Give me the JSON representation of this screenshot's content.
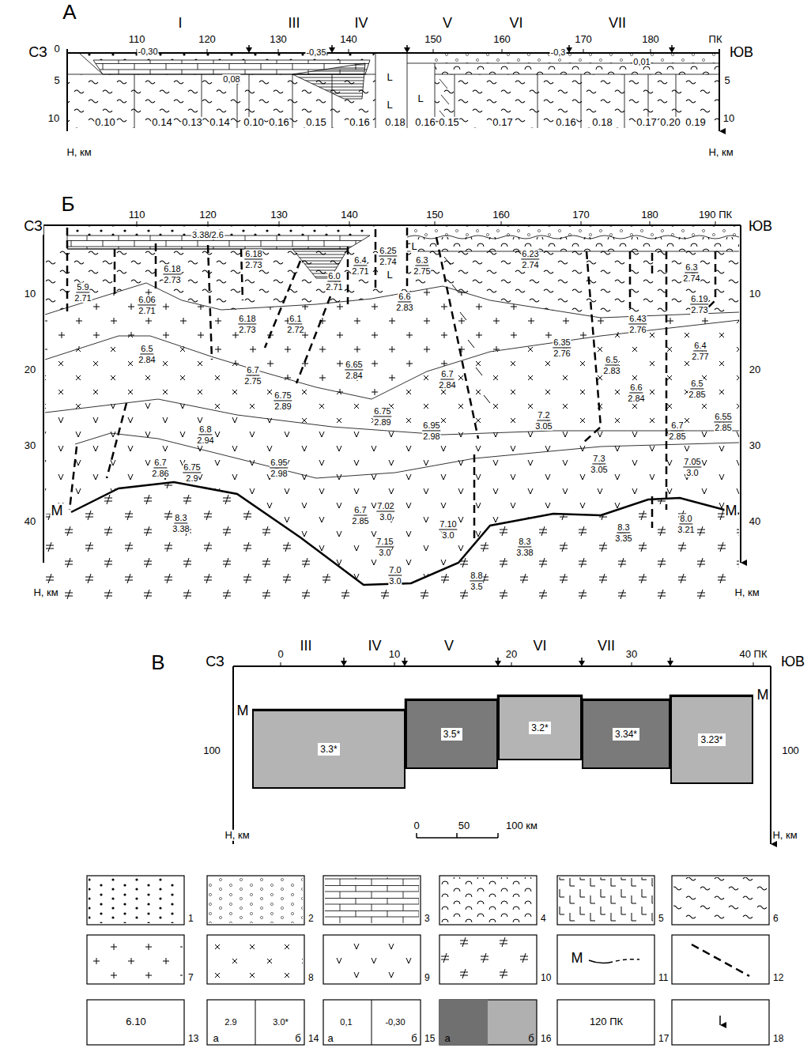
{
  "diagram": {
    "nodes": [
      {
        "text": [
          "3.3*"
        ]
      },
      {
        "text": [
          "3.5*"
        ]
      },
      {
        "text": [
          "3.2*"
        ]
      },
      {
        "text": [
          "3.34*"
        ]
      },
      {
        "text": [
          "3.23*"
        ]
      }
    ],
    "labels": [
      "А",
      "I",
      "III",
      "IV",
      "V",
      "VI",
      "VII",
      "110",
      "120",
      "130",
      "140",
      "150",
      "160",
      "170",
      "180",
      "ПК",
      "СЗ",
      "ЮВ",
      "0",
      "5",
      "10",
      "5",
      "10",
      "-0,30",
      "-0,35",
      "-0,3",
      "0,01",
      "0,08",
      "L",
      "L",
      "L",
      "0.10",
      "0.14",
      "0.13",
      "0.14",
      "0.10",
      "0.16",
      "0.15",
      "0.16",
      "0.18",
      "0.16",
      "0.15",
      "0.17",
      "0.16",
      "0.18",
      "0.17",
      "0.20",
      "0.19",
      "Н, км",
      "Н, км",
      "Б",
      "СЗ",
      "ЮВ",
      "110",
      "120",
      "130",
      "140",
      "150",
      "160",
      "170",
      "180",
      "190 ПК",
      "10",
      "20",
      "30",
      "40",
      "10",
      "20",
      "30",
      "40",
      "3.38/2.6",
      "L",
      "L",
      "5.9",
      "2.71",
      "6.18",
      "2.73",
      "6.06",
      "2.71",
      "6.18",
      "2.73",
      "6.18",
      "2.73",
      "6.1",
      "2.72",
      "6.0",
      "2.71",
      "6.4",
      "2.71",
      "6.25",
      "2.74",
      "6.3",
      "2.75",
      "6.6",
      "2.83",
      "6.23",
      "2.74",
      "6.3",
      "2.74",
      "6.19",
      "2.73",
      "6.43",
      "2.76",
      "6.5",
      "2.84",
      "6.35",
      "2.76",
      "6.4",
      "2.77",
      "6.5",
      "2.83",
      "6.7",
      "2.75",
      "6.75",
      "2.89",
      "6.65",
      "2.84",
      "6.7",
      "2.84",
      "6.6",
      "2.84",
      "6.5",
      "2.85",
      "6.75",
      "2.89",
      "6.95",
      "2.98",
      "7.2",
      "3.05",
      "6.55",
      "2.85",
      "6.7",
      "2.85",
      "6.8",
      "2.94",
      "6.7",
      "2.86",
      "6.75",
      "2.9",
      "6.95",
      "2.98",
      "7.02",
      "3.0",
      "6.7",
      "2.85",
      "7.3",
      "3.05",
      "7.05",
      "3.0",
      "8.3",
      "3.38",
      "7.10",
      "3.0",
      "7.15",
      "3.0",
      "8.3",
      "3.38",
      "8.3",
      "3.35",
      "8.0",
      "3.21",
      "7.0",
      "3.0",
      "8.8",
      "3.5",
      "М",
      "М",
      "Н, км",
      "Н, км",
      "В",
      "СЗ",
      "ЮВ",
      "III",
      "IV",
      "V",
      "VI",
      "VII",
      "0",
      "10",
      "20",
      "30",
      "40 ПК",
      "М",
      "М",
      "100",
      "100",
      "0",
      "50",
      "100 км",
      "Н, км",
      "Н, км",
      "М",
      "6.10",
      "2.9",
      "3.0*",
      "а",
      "б",
      "0,1",
      "-0,30",
      "а",
      "б",
      "а",
      "б",
      "120 ПК"
    ],
    "legend": [
      {
        "text": "1"
      },
      {
        "text": "2"
      },
      {
        "text": "3"
      },
      {
        "text": "4"
      },
      {
        "text": "5"
      },
      {
        "text": "6"
      },
      {
        "text": "7"
      },
      {
        "text": "8"
      },
      {
        "text": "9"
      },
      {
        "text": "10"
      },
      {
        "text": "11"
      },
      {
        "text": "12"
      },
      {
        "text": "13"
      },
      {
        "text": "14"
      },
      {
        "text": "15"
      },
      {
        "text": "16",
        "color": "#707070"
      },
      {
        "text": "17"
      },
      {
        "text": "18"
      }
    ]
  }
}
